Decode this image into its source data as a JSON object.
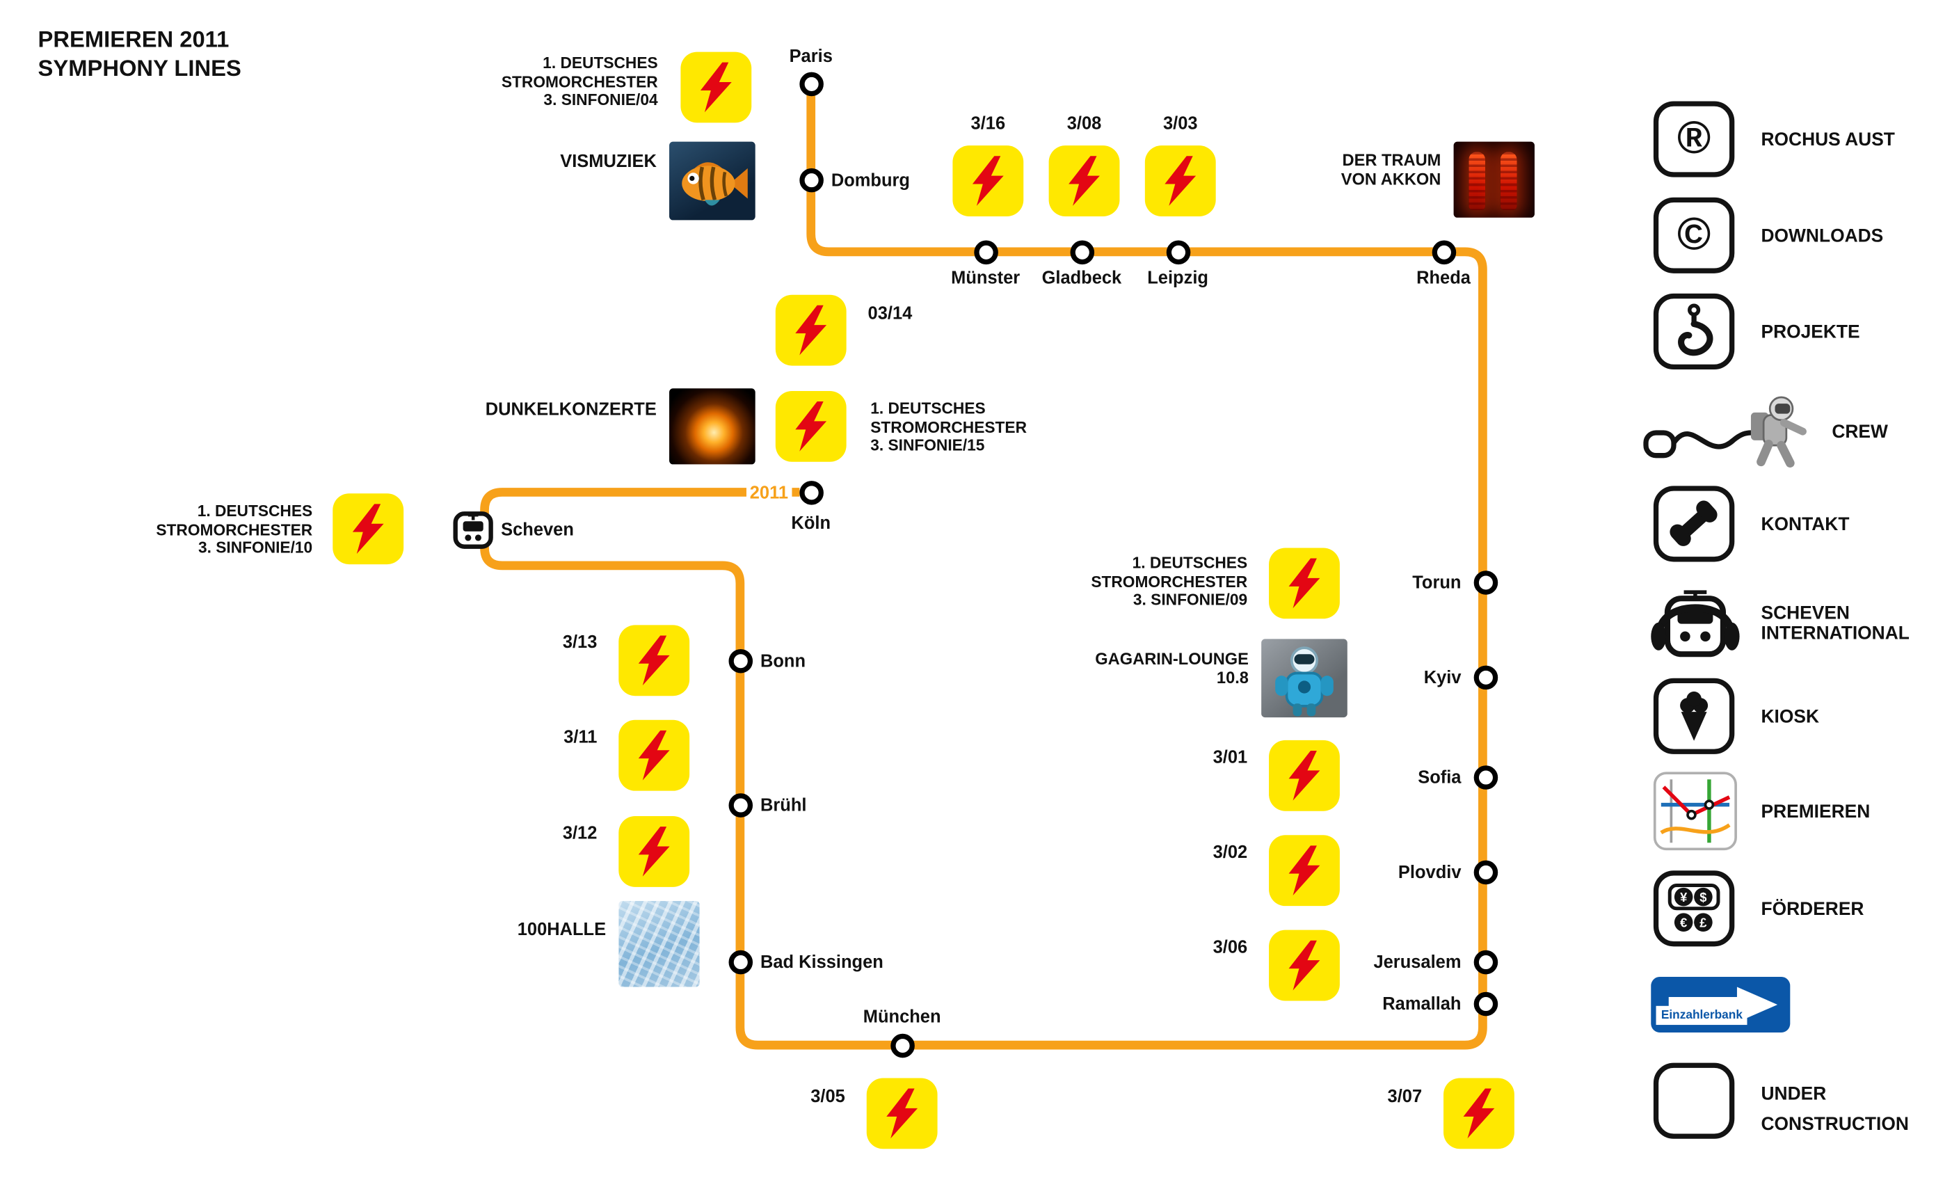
{
  "title": {
    "line1": "PREMIEREN 2011",
    "line2": "SYMPHONY LINES"
  },
  "year_label": "2011",
  "icons": {
    "registered": "®",
    "copyright": "©",
    "yen": "¥",
    "dollar": "$",
    "euro": "€",
    "pound": "£"
  },
  "colors": {
    "line": "#F7A11A",
    "bolt_bg": "#FFE800",
    "bolt_red": "#E30613",
    "sign_blue": "#0B57A8"
  },
  "stations": {
    "paris": "Paris",
    "domburg": "Domburg",
    "muenster": "Münster",
    "gladbeck": "Gladbeck",
    "leipzig": "Leipzig",
    "rheda": "Rheda",
    "koeln": "Köln",
    "scheven": "Scheven",
    "bonn": "Bonn",
    "bruehl": "Brühl",
    "bad_kissingen": "Bad Kissingen",
    "muenchen": "München",
    "torun": "Torun",
    "kyiv": "Kyiv",
    "sofia": "Sofia",
    "plovdiv": "Plovdiv",
    "jerusalem": "Jerusalem",
    "ramallah": "Ramallah"
  },
  "events": {
    "sinfonie04": {
      "l1": "1. DEUTSCHES",
      "l2": "STROMORCHESTER",
      "l3": "3. SINFONIE/04"
    },
    "sinfonie15": {
      "l1": "1. DEUTSCHES",
      "l2": "STROMORCHESTER",
      "l3": "3. SINFONIE/15"
    },
    "sinfonie10": {
      "l1": "1. DEUTSCHES",
      "l2": "STROMORCHESTER",
      "l3": "3. SINFONIE/10"
    },
    "sinfonie09": {
      "l1": "1. DEUTSCHES",
      "l2": "STROMORCHESTER",
      "l3": "3. SINFONIE/09"
    },
    "dates": {
      "d16": "3/16",
      "d08": "3/08",
      "d03": "3/03",
      "d0314": "03/14",
      "d13": "3/13",
      "d11": "3/11",
      "d12": "3/12",
      "d05": "3/05",
      "d07": "3/07",
      "d01": "3/01",
      "d02": "3/02",
      "d06": "3/06"
    }
  },
  "projects": {
    "vismuziek": "VISMUZIEK",
    "dunkelkonzerte": "DUNKELKONZERTE",
    "akkon": {
      "l1": "DER TRAUM",
      "l2": "VON AKKON"
    },
    "gagarin": {
      "l1": "GAGARIN-LOUNGE",
      "l2": "10.8"
    },
    "halle": "100HALLE"
  },
  "legend": {
    "rochus_aust": "ROCHUS AUST",
    "downloads": "DOWNLOADS",
    "projekte": "PROJEKTE",
    "crew": "CREW",
    "kontakt": "KONTAKT",
    "scheven_international": {
      "l1": "SCHEVEN",
      "l2": "INTERNATIONAL"
    },
    "kiosk": "KIOSK",
    "premieren": "PREMIEREN",
    "foerderer": "FÖRDERER",
    "einzahlerbank": "Einzahlerbank",
    "under_construction": {
      "l1": "UNDER",
      "l2": "CONSTRUCTION"
    }
  }
}
